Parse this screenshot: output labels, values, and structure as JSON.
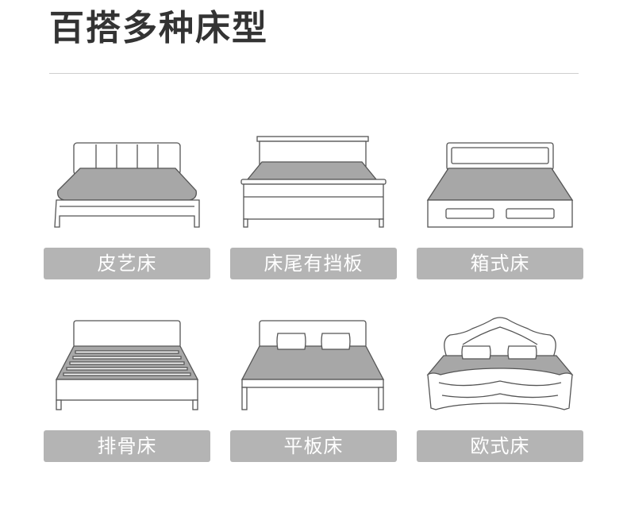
{
  "page": {
    "title": "百搭多种床型"
  },
  "bed_types": [
    {
      "label": "皮艺床",
      "icon": "upholstered-bed-icon"
    },
    {
      "label": "床尾有挡板",
      "icon": "footboard-bed-icon"
    },
    {
      "label": "箱式床",
      "icon": "storage-box-bed-icon"
    },
    {
      "label": "排骨床",
      "icon": "slatted-bed-icon"
    },
    {
      "label": "平板床",
      "icon": "platform-bed-icon"
    },
    {
      "label": "欧式床",
      "icon": "european-bed-icon"
    }
  ],
  "colors": {
    "label_background": "#b4b4b4",
    "label_text": "#ffffff",
    "mattress": "#a7a7a7",
    "title": "#333333"
  }
}
